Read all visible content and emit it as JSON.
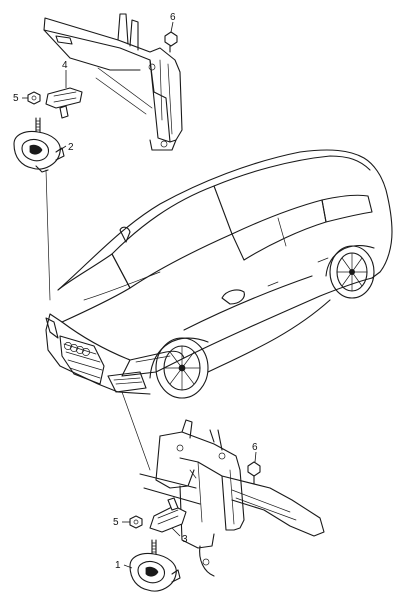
{
  "callouts": [
    {
      "id": "c1",
      "label": "1",
      "part": "horn"
    },
    {
      "id": "c2",
      "label": "2",
      "part": "horn"
    },
    {
      "id": "c3",
      "label": "3",
      "part": "bracket"
    },
    {
      "id": "c4",
      "label": "4",
      "part": "bracket"
    },
    {
      "id": "c5a",
      "label": "5",
      "part": "nut"
    },
    {
      "id": "c5b",
      "label": "5",
      "part": "nut"
    },
    {
      "id": "c6a",
      "label": "6",
      "part": "bolt"
    },
    {
      "id": "c6b",
      "label": "6",
      "part": "bolt"
    }
  ],
  "colors": {
    "line": "#1a1a1a",
    "background": "#ffffff"
  },
  "icons": {
    "brand_emblem": "four-rings-logo-icon"
  }
}
